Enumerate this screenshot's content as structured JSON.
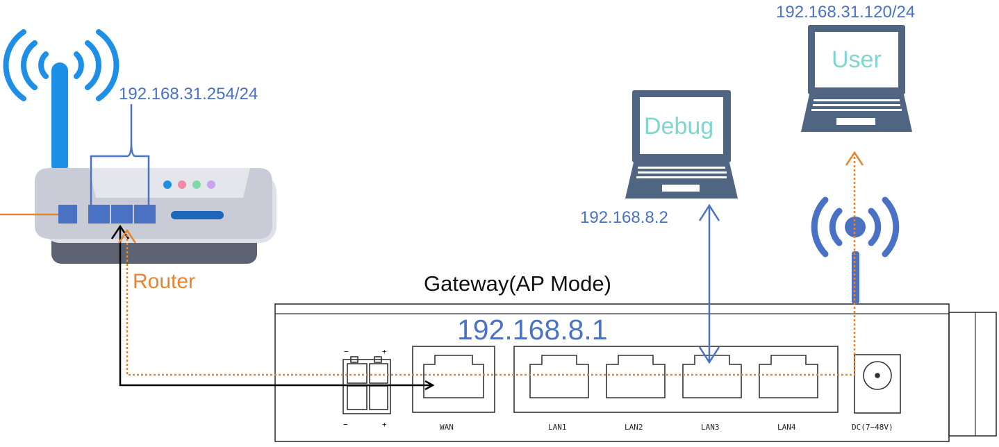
{
  "router": {
    "label": "Router",
    "ip": "192.168.31.254/24"
  },
  "gateway": {
    "title": "Gateway(AP Mode)",
    "ip": "192.168.8.1",
    "ports": {
      "power_minus_top": "−",
      "power_plus_top": "+",
      "power_minus_bottom": "−",
      "power_plus_bottom": "+",
      "wan": "WAN",
      "lan1": "LAN1",
      "lan2": "LAN2",
      "lan3": "LAN3",
      "lan4": "LAN4",
      "dc": "DC(7−48V)"
    }
  },
  "laptops": {
    "debug": {
      "screen_text": "Debug",
      "ip": "192.168.8.2"
    },
    "user": {
      "screen_text": "User",
      "ip": "192.168.31.120/24"
    }
  },
  "colors": {
    "blue": "#4a72c4",
    "router_body": "#c9ccd6",
    "router_base": "#5d6373",
    "wifi_blue": "#1e8fe6",
    "orange": "#e8842e",
    "laptop": "#4f6582",
    "screen_text": "#7fd6cf"
  }
}
